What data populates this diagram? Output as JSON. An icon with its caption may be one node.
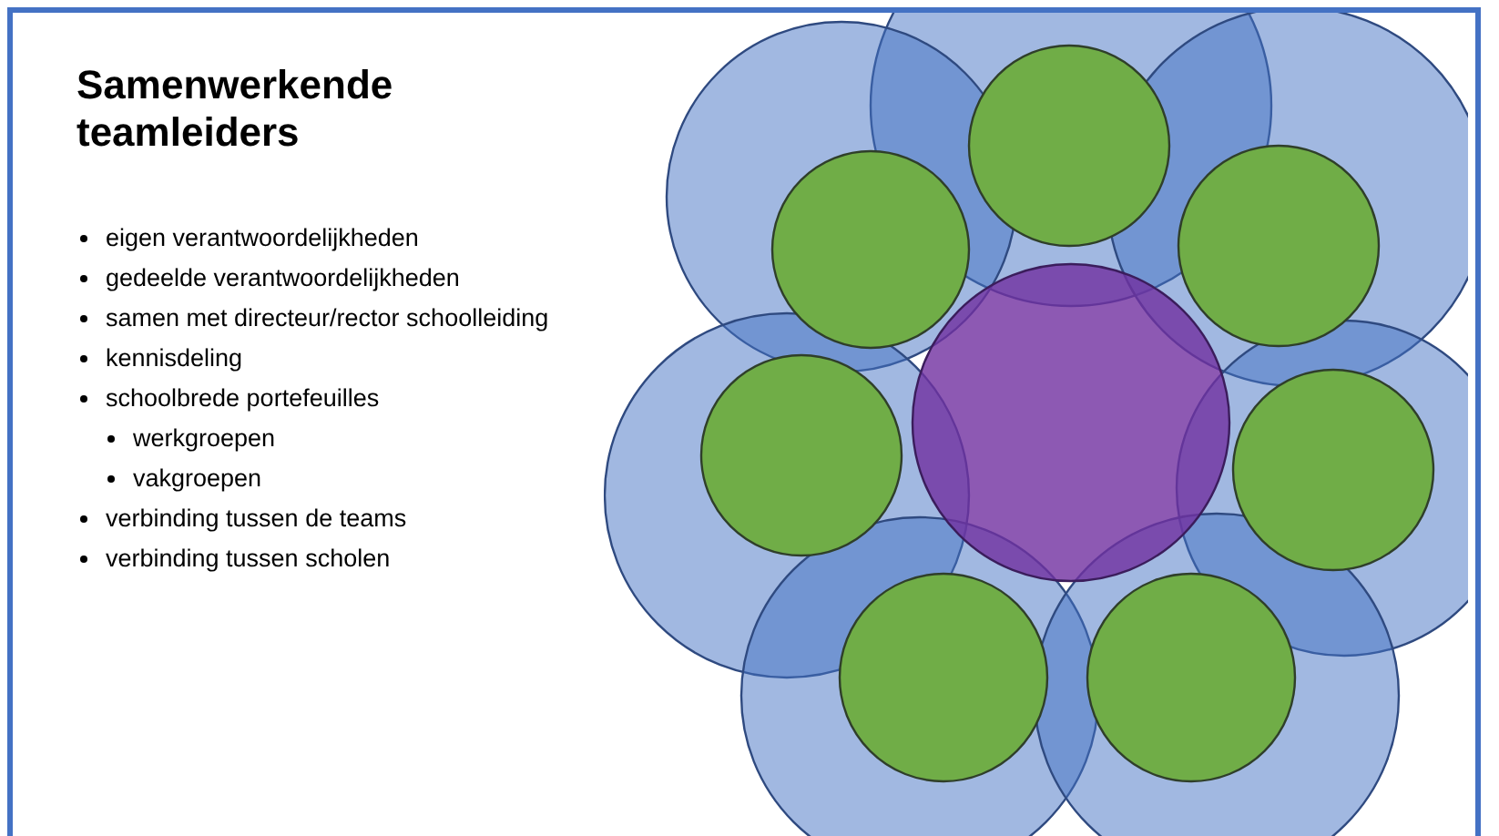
{
  "diagram": {
    "title": "Samenwerkende teamleiders",
    "labels": [
      "eigen verantwoordelijkheden",
      "gedeelde verantwoordelijkheden",
      "samen met directeur/rector schoolleiding",
      "kennisdeling",
      "schoolbrede portefeuilles",
      "werkgroepen",
      "vakgroepen",
      "verbinding tussen de teams",
      "verbinding tussen scholen"
    ]
  }
}
